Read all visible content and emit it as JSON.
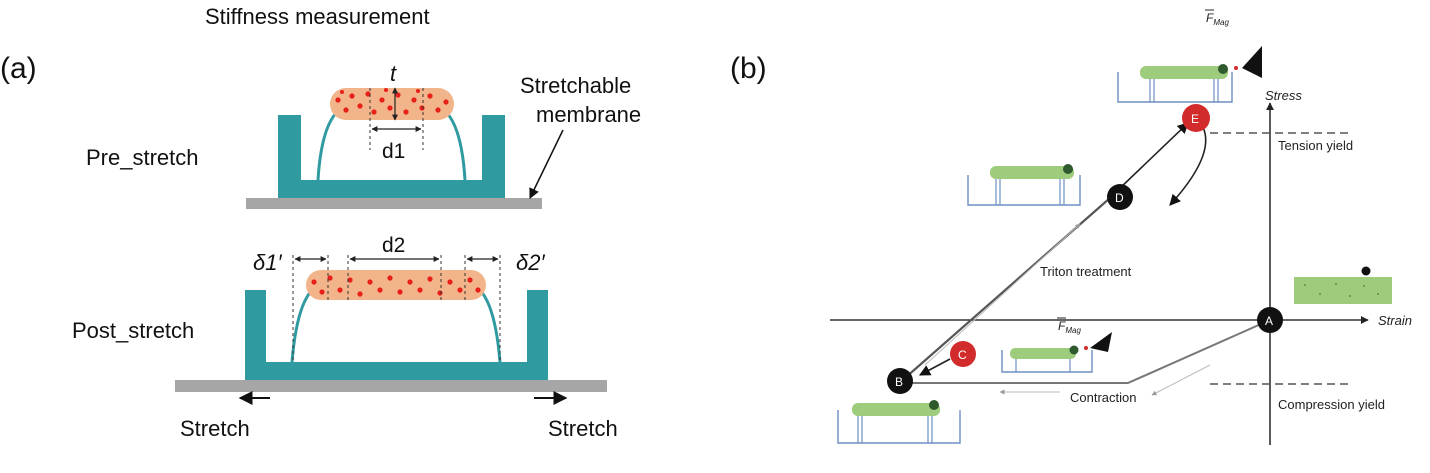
{
  "panel_a": {
    "label": "(a)",
    "title": "Stiffness measurement",
    "pre_stretch": "Pre_stretch",
    "post_stretch": "Post_stretch",
    "membrane_line1": "Stretchable",
    "membrane_line2": "membrane",
    "thickness": "t",
    "d1": "d1",
    "d2": "d2",
    "delta1": "δ1′",
    "delta2": "δ2′",
    "stretch_left": "Stretch",
    "stretch_right": "Stretch"
  },
  "panel_b": {
    "label": "(b)",
    "stress": "Stress",
    "strain": "Strain",
    "tension_yield": "Tension yield",
    "compression_yield": "Compression yield",
    "triton": "Triton treatment",
    "contraction": "Contraction",
    "fmag": "F",
    "fmag_sub": "Mag",
    "points": {
      "A": "A",
      "B": "B",
      "C": "C",
      "D": "D",
      "E": "E"
    }
  },
  "colors": {
    "teal": "#2f9aa0",
    "membrane_gray": "#a6a6a6",
    "tissue": "#f2b48a",
    "cells": "#e8201a",
    "point_black": "#111111",
    "point_red": "#d22b2b",
    "organoid_green": "#9ccc7c"
  }
}
